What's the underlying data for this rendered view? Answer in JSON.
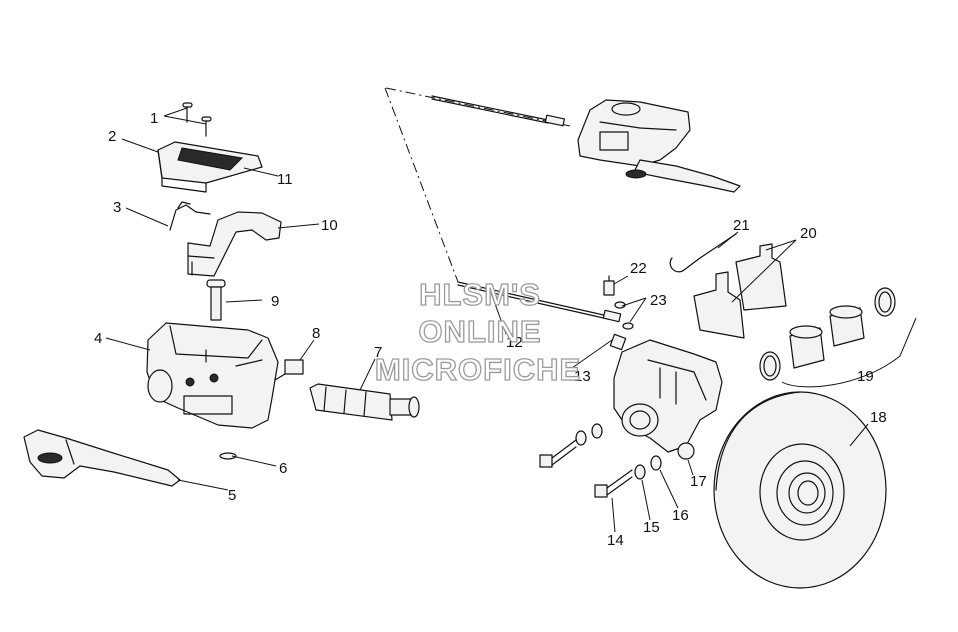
{
  "watermark": {
    "lines": [
      "HLSM'S",
      "ONLINE",
      "MICROFICHE"
    ]
  },
  "callouts": {
    "c1": "1",
    "c2": "2",
    "c3": "3",
    "c4": "4",
    "c5": "5",
    "c6": "6",
    "c7": "7",
    "c8": "8",
    "c9": "9",
    "c10": "10",
    "c11": "11",
    "c12": "12",
    "c13": "13",
    "c14": "14",
    "c15": "15",
    "c16": "16",
    "c17": "17",
    "c18": "18",
    "c19": "19",
    "c20": "20",
    "c21": "21",
    "c22": "22",
    "c23": "23"
  }
}
